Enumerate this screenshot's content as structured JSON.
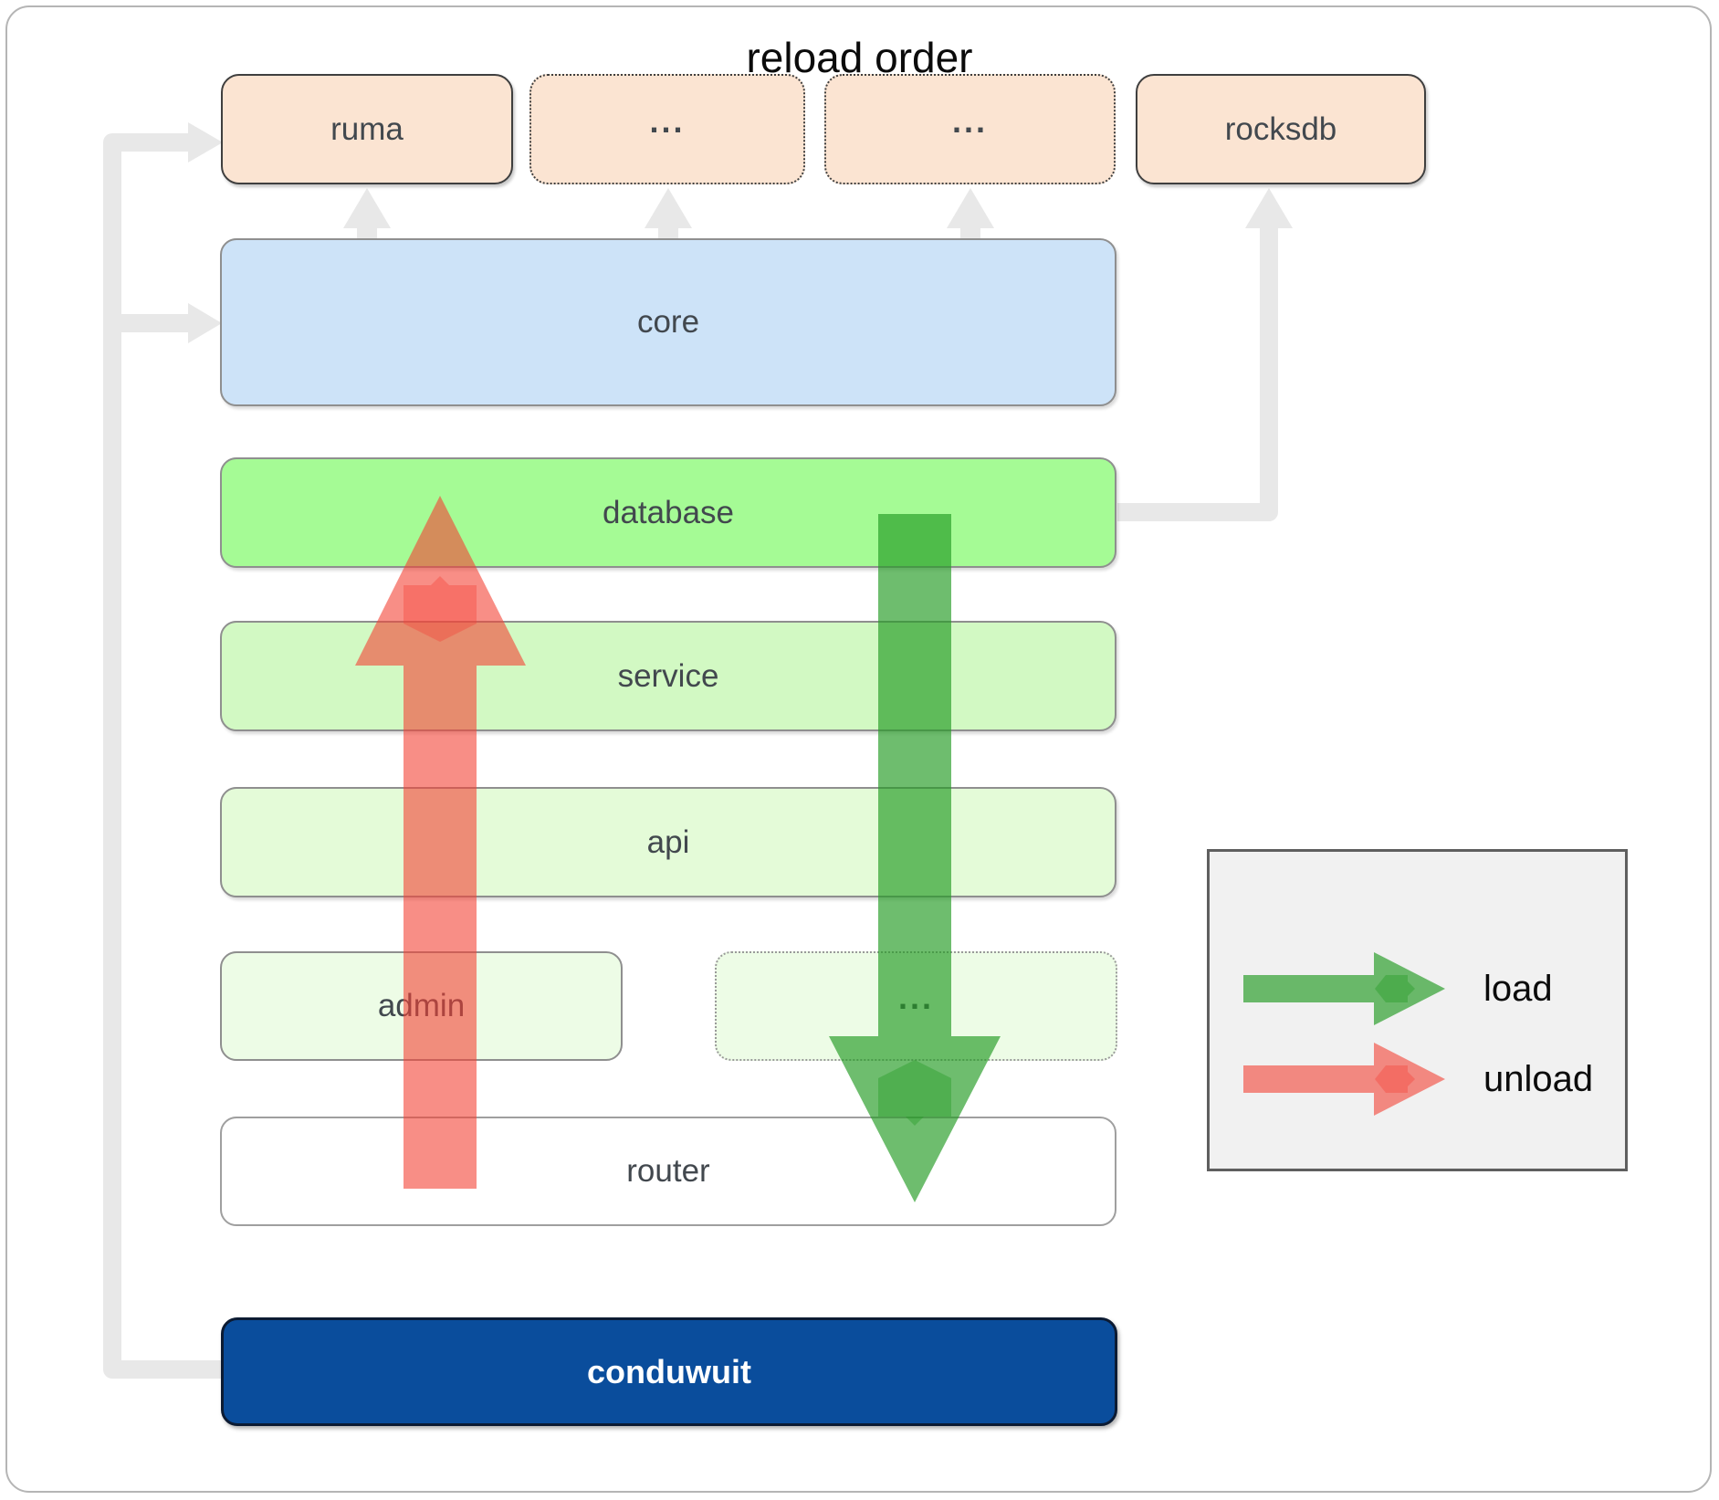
{
  "boxes": {
    "ruma": {
      "label": "ruma"
    },
    "deps_more_a": {
      "label": "..."
    },
    "deps_more_b": {
      "label": "..."
    },
    "rocksdb": {
      "label": "rocksdb"
    },
    "core": {
      "label": "core"
    },
    "database": {
      "label": "database"
    },
    "service": {
      "label": "service"
    },
    "api": {
      "label": "api"
    },
    "admin": {
      "label": "admin"
    },
    "admin_more": {
      "label": "..."
    },
    "router": {
      "label": "router"
    },
    "conduwuit": {
      "label": "conduwuit"
    }
  },
  "legend": {
    "title": "reload order",
    "load_label": "load",
    "unload_label": "unload"
  },
  "colors": {
    "load_arrow": "#239b23",
    "unload_arrow": "#f44336",
    "connector": "#e8e8e8",
    "peach": "#fbe4d2",
    "blue": "#cde3f8",
    "green_bright": "#a5fb95",
    "green_light": "#d2f9c3",
    "green_lighter": "#e4fbd8",
    "green_faint": "#edfce6",
    "navy": "#0a4d9c",
    "legend_bg": "#f1f1f1"
  }
}
